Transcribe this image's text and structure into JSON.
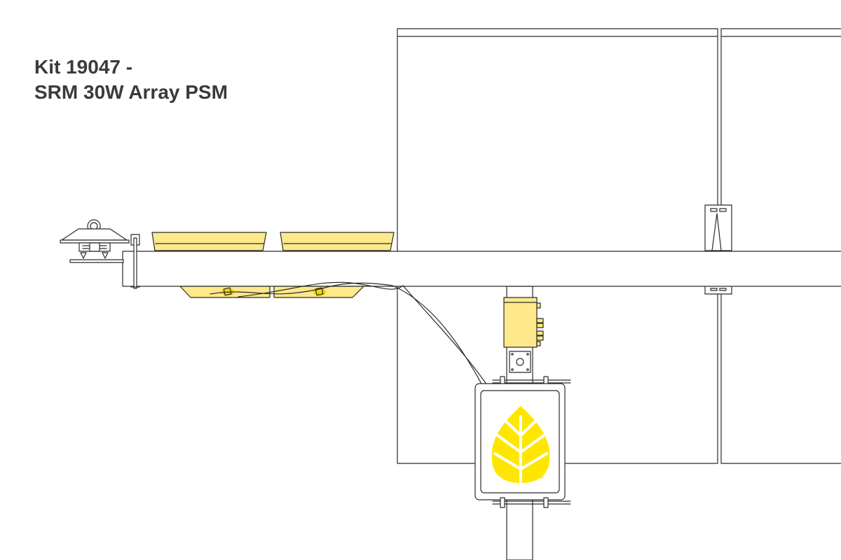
{
  "title": {
    "line1": "Kit 19047 -",
    "line2": "SRM 30W Array PSM"
  },
  "colors": {
    "outline": "#2b2b2b",
    "accent": "#fde98a",
    "accent_dark": "#f5d60a",
    "logo": "#ffe600",
    "background": "#ffffff"
  },
  "logo": {
    "name": "leaf-logo-icon",
    "registered_mark": "®"
  },
  "components": [
    "solar-panel-array",
    "crossarm",
    "pyranometer-sensor",
    "sensor-arrays",
    "junction-box",
    "enclosure"
  ]
}
